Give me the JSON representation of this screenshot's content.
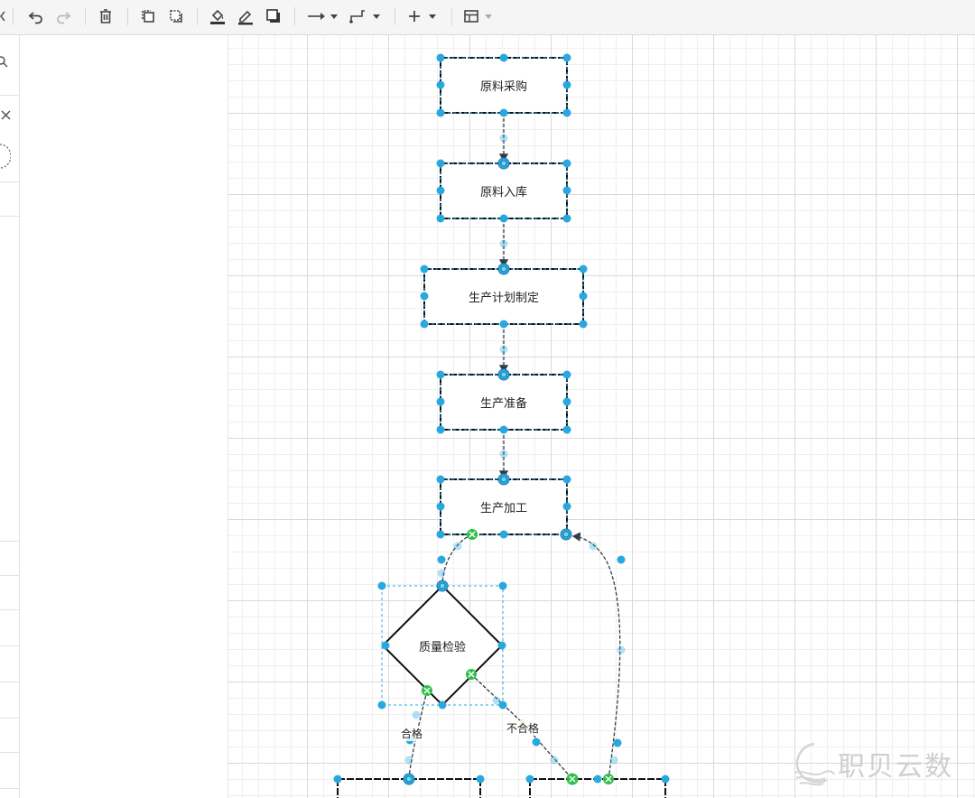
{
  "toolbar": {
    "buttons": [
      {
        "name": "undo-button",
        "icon": "undo-icon"
      },
      {
        "name": "redo-button",
        "icon": "redo-icon"
      },
      {
        "name": "delete-button",
        "icon": "trash-icon"
      },
      {
        "name": "to-front-button",
        "icon": "to-front-icon"
      },
      {
        "name": "to-back-button",
        "icon": "to-back-icon"
      },
      {
        "name": "fill-color-button",
        "icon": "fill-color-icon"
      },
      {
        "name": "line-color-button",
        "icon": "line-color-icon"
      },
      {
        "name": "shadow-button",
        "icon": "shadow-icon"
      },
      {
        "name": "connection-style-button",
        "icon": "arrow-right-icon"
      },
      {
        "name": "waypoints-button",
        "icon": "waypoint-icon"
      },
      {
        "name": "insert-button",
        "icon": "plus-icon"
      },
      {
        "name": "table-button",
        "icon": "table-icon"
      }
    ]
  },
  "diagram": {
    "nodes": [
      {
        "id": "n1",
        "label": "原料采购"
      },
      {
        "id": "n2",
        "label": "原料入库"
      },
      {
        "id": "n3",
        "label": "生产计划制定"
      },
      {
        "id": "n4",
        "label": "生产准备"
      },
      {
        "id": "n5",
        "label": "生产加工"
      },
      {
        "id": "n6",
        "label": "质量检验"
      }
    ],
    "edge_labels": {
      "pass": "合格",
      "fail": "不合格"
    }
  },
  "colors": {
    "handle": "#29a8e0",
    "connect_ok": "#2fbf4a",
    "label_handle": "#f0a020",
    "selection": "#29a8e0",
    "edge": "#2f3e46"
  },
  "watermark": {
    "text": "职贝云数"
  }
}
